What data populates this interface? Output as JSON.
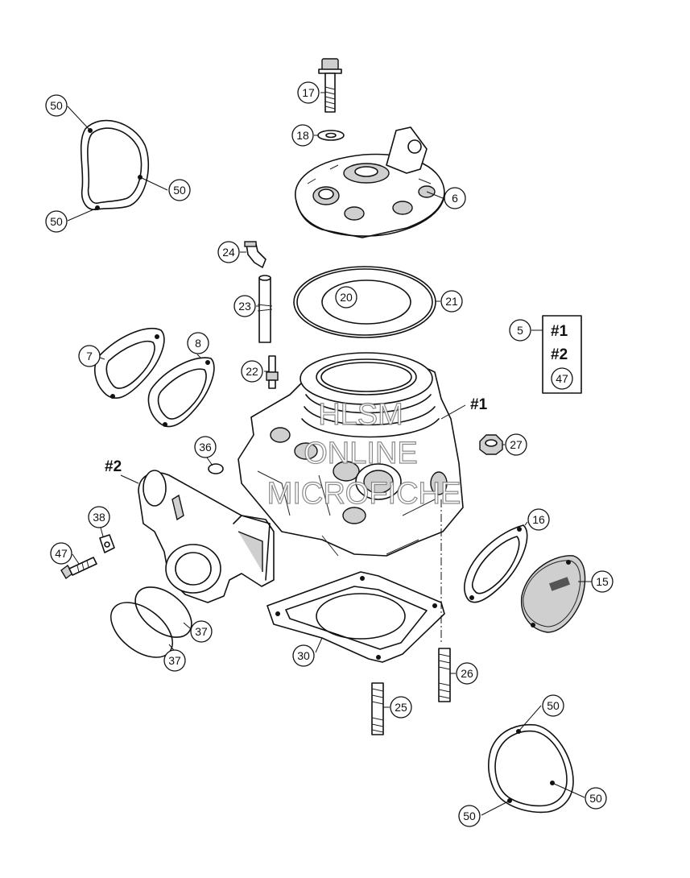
{
  "callouts": {
    "c17": "17",
    "c18": "18",
    "c6": "6",
    "c24": "24",
    "c23": "23",
    "c20": "20",
    "c21": "21",
    "c22": "22",
    "c7": "7",
    "c8": "8",
    "c5": "5",
    "c36": "36",
    "c27": "27",
    "c38": "38",
    "c47": "47",
    "c16": "16",
    "c15": "15",
    "c37a": "37",
    "c37b": "37",
    "c30": "30",
    "c26": "26",
    "c25": "25",
    "c50a": "50",
    "c50b": "50",
    "c50c": "50",
    "c50d": "50",
    "c50e": "50",
    "c50f": "50",
    "box47": "47"
  },
  "labels": {
    "assembly_1": "#1",
    "assembly_2": "#2",
    "box_1": "#1",
    "box_2": "#2"
  },
  "watermark": {
    "line1": "HLSM",
    "line2": "ONLINE",
    "line3": "MICROFICHE"
  }
}
